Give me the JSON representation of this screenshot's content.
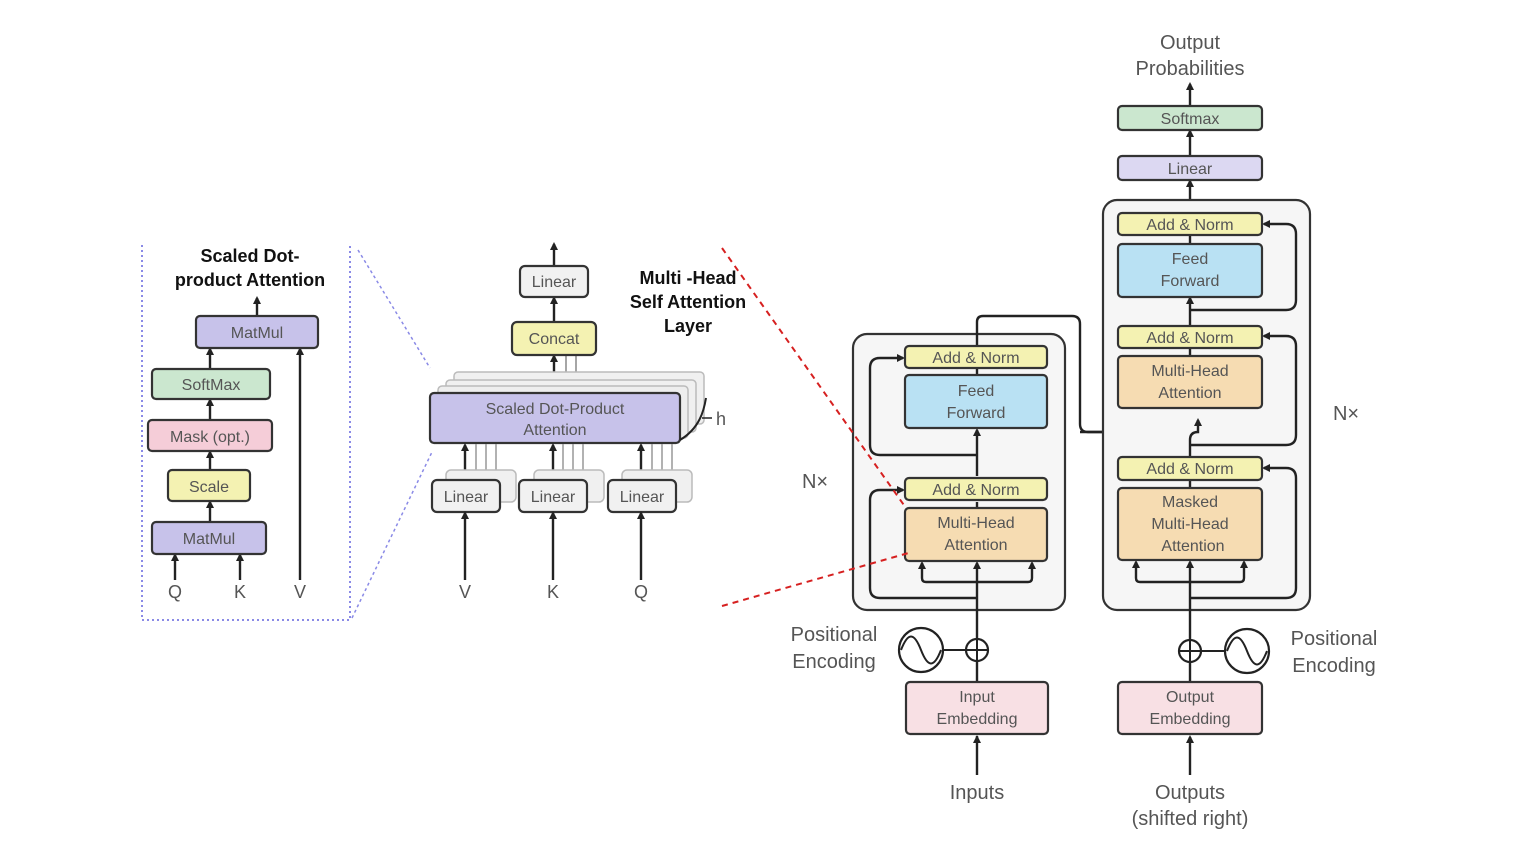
{
  "sdpa": {
    "title_line1": "Scaled Dot-",
    "title_line2": "product Attention",
    "matmul_top": "MatMul",
    "softmax": "SoftMax",
    "mask": "Mask (opt.)",
    "scale": "Scale",
    "matmul_bottom": "MatMul",
    "q": "Q",
    "k": "K",
    "v": "V"
  },
  "mha": {
    "title_line1": "Multi -Head",
    "title_line2": "Self Attention",
    "title_line3": "Layer",
    "linear_top": "Linear",
    "concat": "Concat",
    "sdp_line1": "Scaled Dot-Product",
    "sdp_line2": "Attention",
    "h": "h",
    "linear_v": "Linear",
    "linear_k": "Linear",
    "linear_q": "Linear",
    "v": "V",
    "k": "K",
    "q": "Q"
  },
  "encoder": {
    "nx": "N×",
    "add_norm_top": "Add & Norm",
    "ff_line1": "Feed",
    "ff_line2": "Forward",
    "add_norm_bottom": "Add & Norm",
    "mha_line1": "Multi-Head",
    "mha_line2": "Attention",
    "pos_line1": "Positional",
    "pos_line2": "Encoding",
    "embed_line1": "Input",
    "embed_line2": "Embedding",
    "inputs": "Inputs"
  },
  "decoder": {
    "out_prob_line1": "Output",
    "out_prob_line2": "Probabilities",
    "softmax": "Softmax",
    "linear": "Linear",
    "nx": "N×",
    "add_norm_1": "Add & Norm",
    "ff_line1": "Feed",
    "ff_line2": "Forward",
    "add_norm_2": "Add & Norm",
    "mha_line1": "Multi-Head",
    "mha_line2": "Attention",
    "add_norm_3": "Add & Norm",
    "masked_line1": "Masked",
    "masked_line2": "Multi-Head",
    "masked_line3": "Attention",
    "pos_line1": "Positional",
    "pos_line2": "Encoding",
    "embed_line1": "Output",
    "embed_line2": "Embedding",
    "outputs_line1": "Outputs",
    "outputs_line2": "(shifted right)"
  },
  "colors": {
    "purple": "#c7c2ea",
    "green": "#cbe7cf",
    "pink": "#f5cdd8",
    "yellow": "#f4f2b2",
    "peach": "#f6dcb2",
    "blue": "#b9e1f3",
    "red_dashed": "#d62020",
    "blue_dashed": "#8a8ae6"
  }
}
